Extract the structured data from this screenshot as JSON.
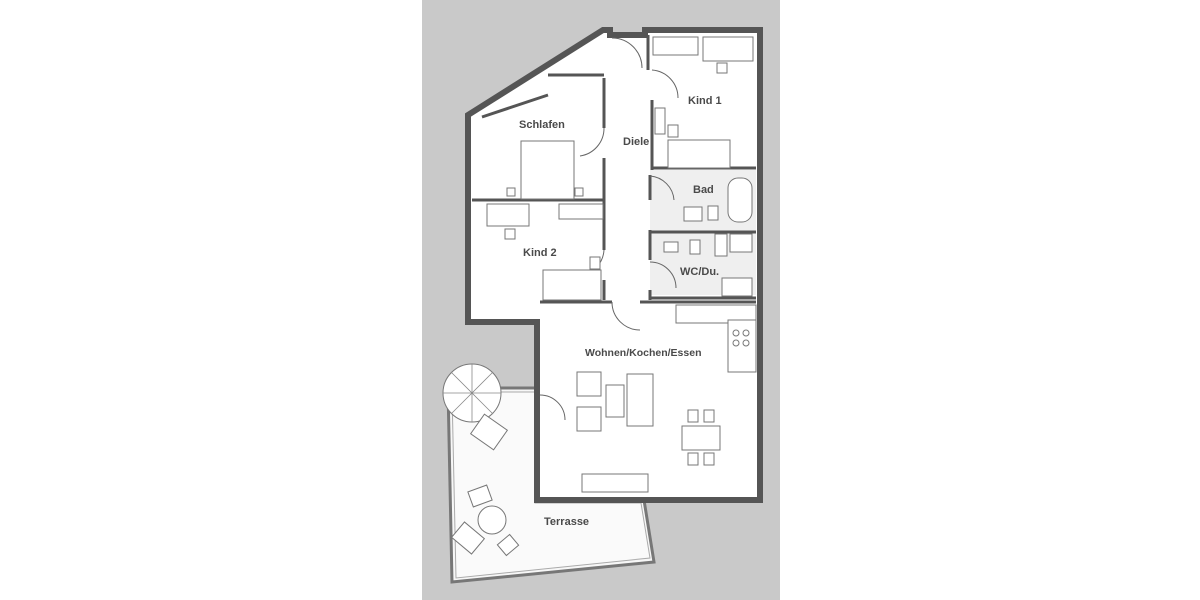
{
  "floorplan": {
    "background_color": "#c9c9c9",
    "wall_color": "#5a5a5a",
    "floor_color": "#ffffff",
    "tile_color": "#f2f2f2",
    "rooms": [
      {
        "id": "schlafen",
        "label": "Schlafen"
      },
      {
        "id": "diele",
        "label": "Diele"
      },
      {
        "id": "kind1",
        "label": "Kind 1"
      },
      {
        "id": "bad",
        "label": "Bad"
      },
      {
        "id": "kind2",
        "label": "Kind 2"
      },
      {
        "id": "wc",
        "label": "WC/Du."
      },
      {
        "id": "wohnen",
        "label": "Wohnen/Kochen/Essen"
      },
      {
        "id": "terrasse",
        "label": "Terrasse"
      }
    ]
  }
}
